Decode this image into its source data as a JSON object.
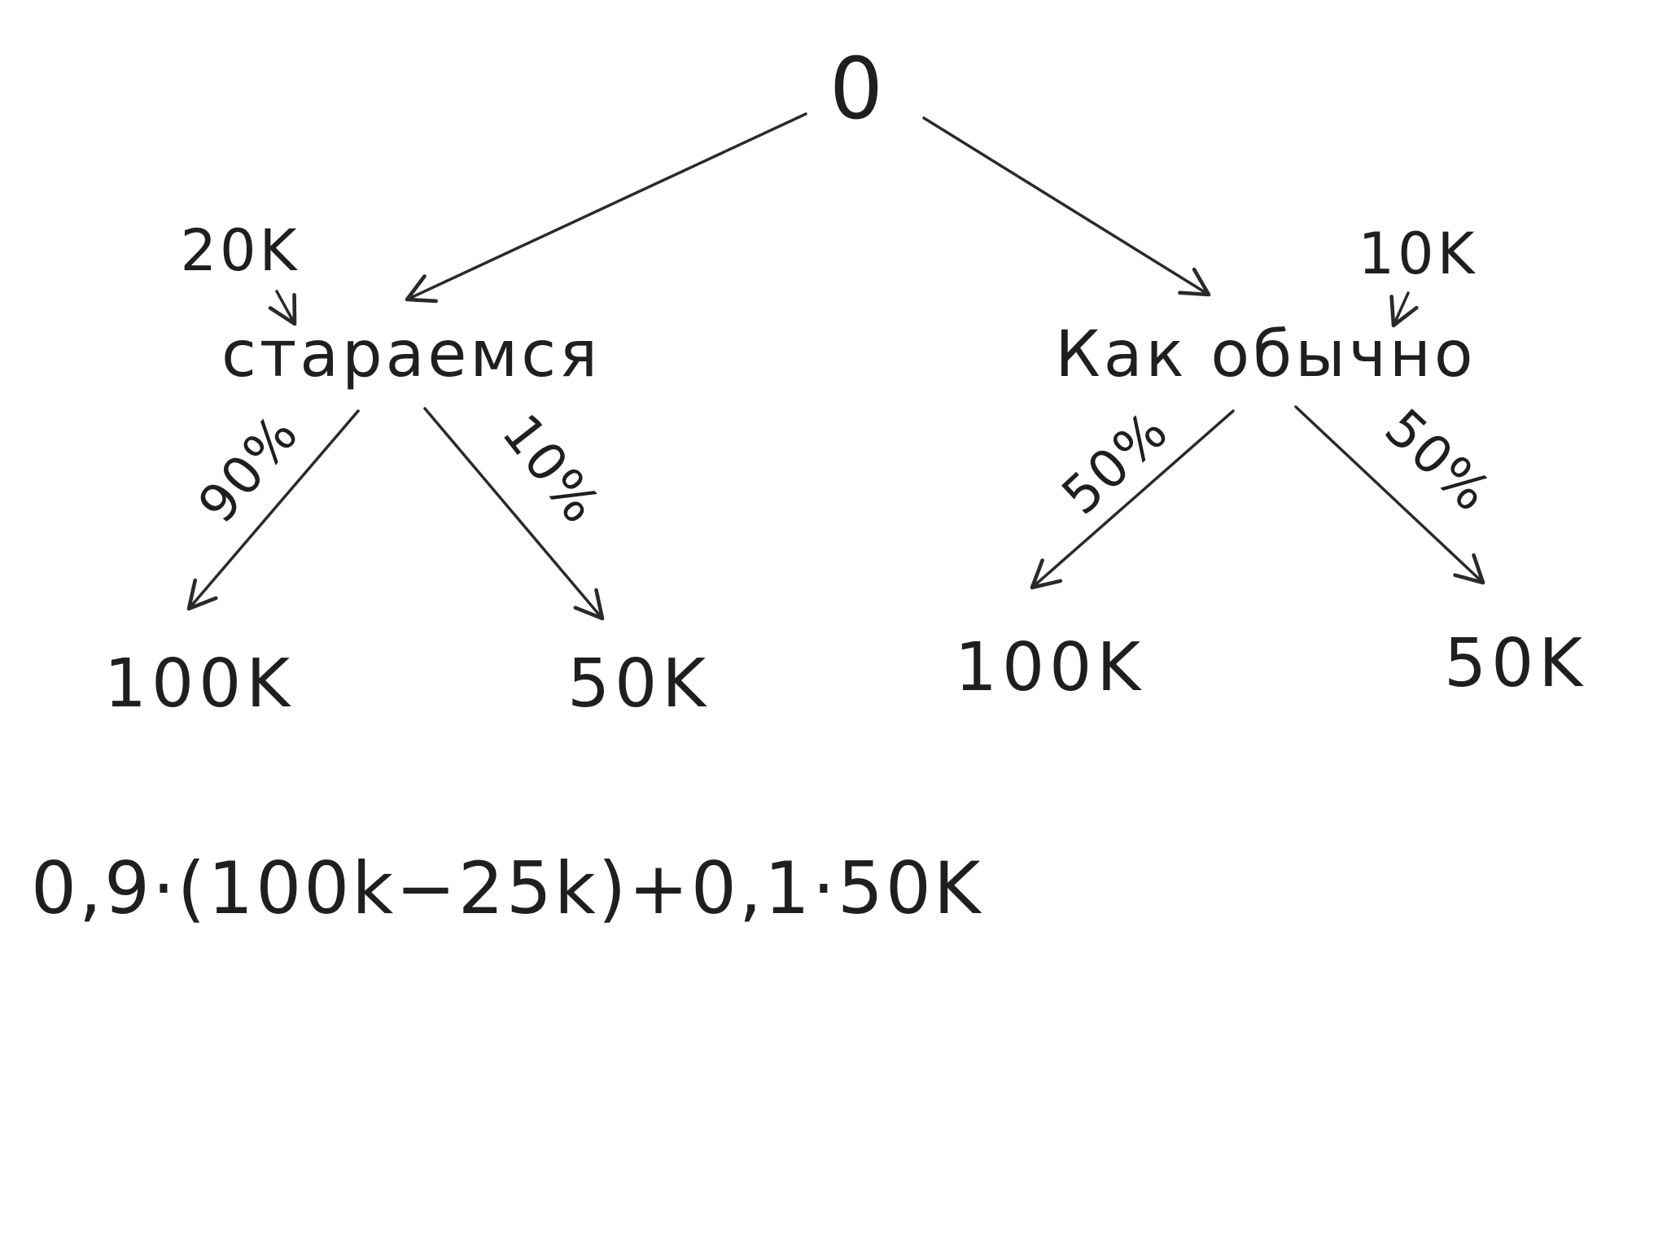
{
  "diagram": {
    "root": {
      "label": "0"
    },
    "branches": [
      {
        "id": "try",
        "label": "стараемся",
        "cost": "20K",
        "outcomes": [
          {
            "probability": "90%",
            "value": "100K"
          },
          {
            "probability": "10%",
            "value": "50K"
          }
        ]
      },
      {
        "id": "usual",
        "label": "Как обычно",
        "cost": "10K",
        "outcomes": [
          {
            "probability": "50%",
            "value": "100K"
          },
          {
            "probability": "50%",
            "value": "50K"
          }
        ]
      }
    ],
    "formula": "0,9·(100k−25k)+0,1·50K"
  },
  "colors": {
    "ink": "#1f1f1f",
    "background": "#ffffff"
  }
}
